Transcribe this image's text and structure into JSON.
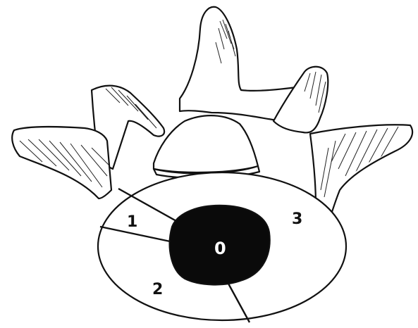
{
  "diagram": {
    "zone_labels": {
      "zone0": "0",
      "zone1": "1",
      "zone2": "2",
      "zone3": "3"
    },
    "colors": {
      "ink": "#111111",
      "background": "#ffffff",
      "lesion_fill": "#0a0a0a"
    }
  }
}
